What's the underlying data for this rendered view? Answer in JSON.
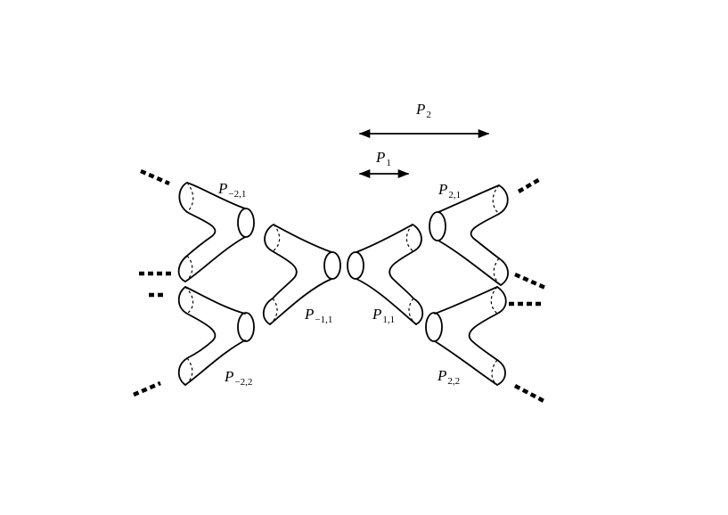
{
  "labels": {
    "P2": {
      "base": "P",
      "sub": "2"
    },
    "P1": {
      "base": "P",
      "sub": "1"
    },
    "Pm21": {
      "base": "P",
      "sub": "−2,1"
    },
    "Pm11": {
      "base": "P",
      "sub": "−1,1"
    },
    "Pm22": {
      "base": "P",
      "sub": "−2,2"
    },
    "P11": {
      "base": "P",
      "sub": "1,1"
    },
    "P21": {
      "base": "P",
      "sub": "2,1"
    },
    "P22": {
      "base": "P",
      "sub": "2,2"
    }
  }
}
